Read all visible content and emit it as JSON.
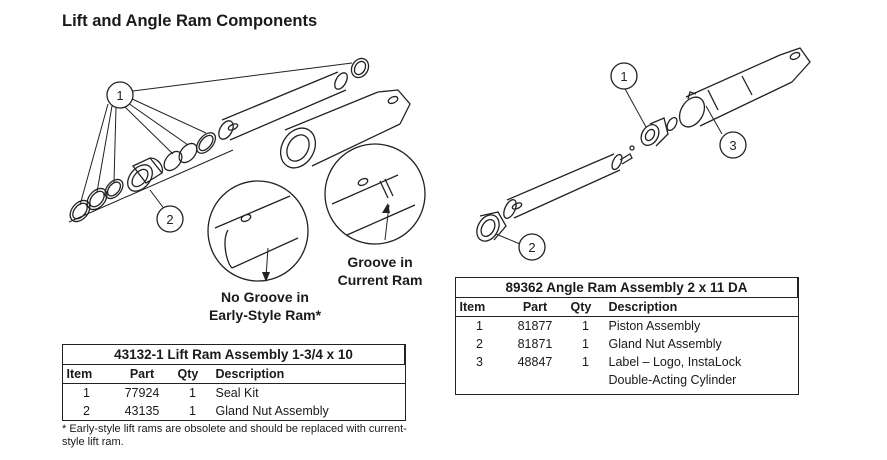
{
  "title": "Lift and Angle Ram Components",
  "callouts": {
    "no_groove": [
      "No Groove in",
      "Early-Style Ram*"
    ],
    "groove": [
      "Groove in",
      "Current Ram"
    ]
  },
  "balloons": {
    "lift_1": "1",
    "lift_2": "2",
    "angle_1": "1",
    "angle_2": "2",
    "angle_3": "3"
  },
  "lift_table": {
    "caption": "43132-1  Lift Ram Assembly 1-3/4 x 10",
    "headers": [
      "Item",
      "Part",
      "Qty",
      "Description"
    ],
    "rows": [
      {
        "item": "1",
        "part": "77924",
        "qty": "1",
        "desc": "Seal Kit"
      },
      {
        "item": "2",
        "part": "43135",
        "qty": "1",
        "desc": "Gland Nut Assembly"
      }
    ]
  },
  "angle_table": {
    "caption": "89362  Angle Ram Assembly 2 x 11 DA",
    "headers": [
      "Item",
      "Part",
      "Qty",
      "Description"
    ],
    "rows": [
      {
        "item": "1",
        "part": "81877",
        "qty": "1",
        "desc": "Piston Assembly"
      },
      {
        "item": "2",
        "part": "81871",
        "qty": "1",
        "desc": "Gland Nut Assembly"
      },
      {
        "item": "3",
        "part": "48847",
        "qty": "1",
        "desc": "Label – Logo, InstaLock",
        "desc2": "Double-Acting Cylinder"
      }
    ]
  },
  "footnote": "* Early-style lift rams are obsolete and should be replaced with current-style lift ram."
}
